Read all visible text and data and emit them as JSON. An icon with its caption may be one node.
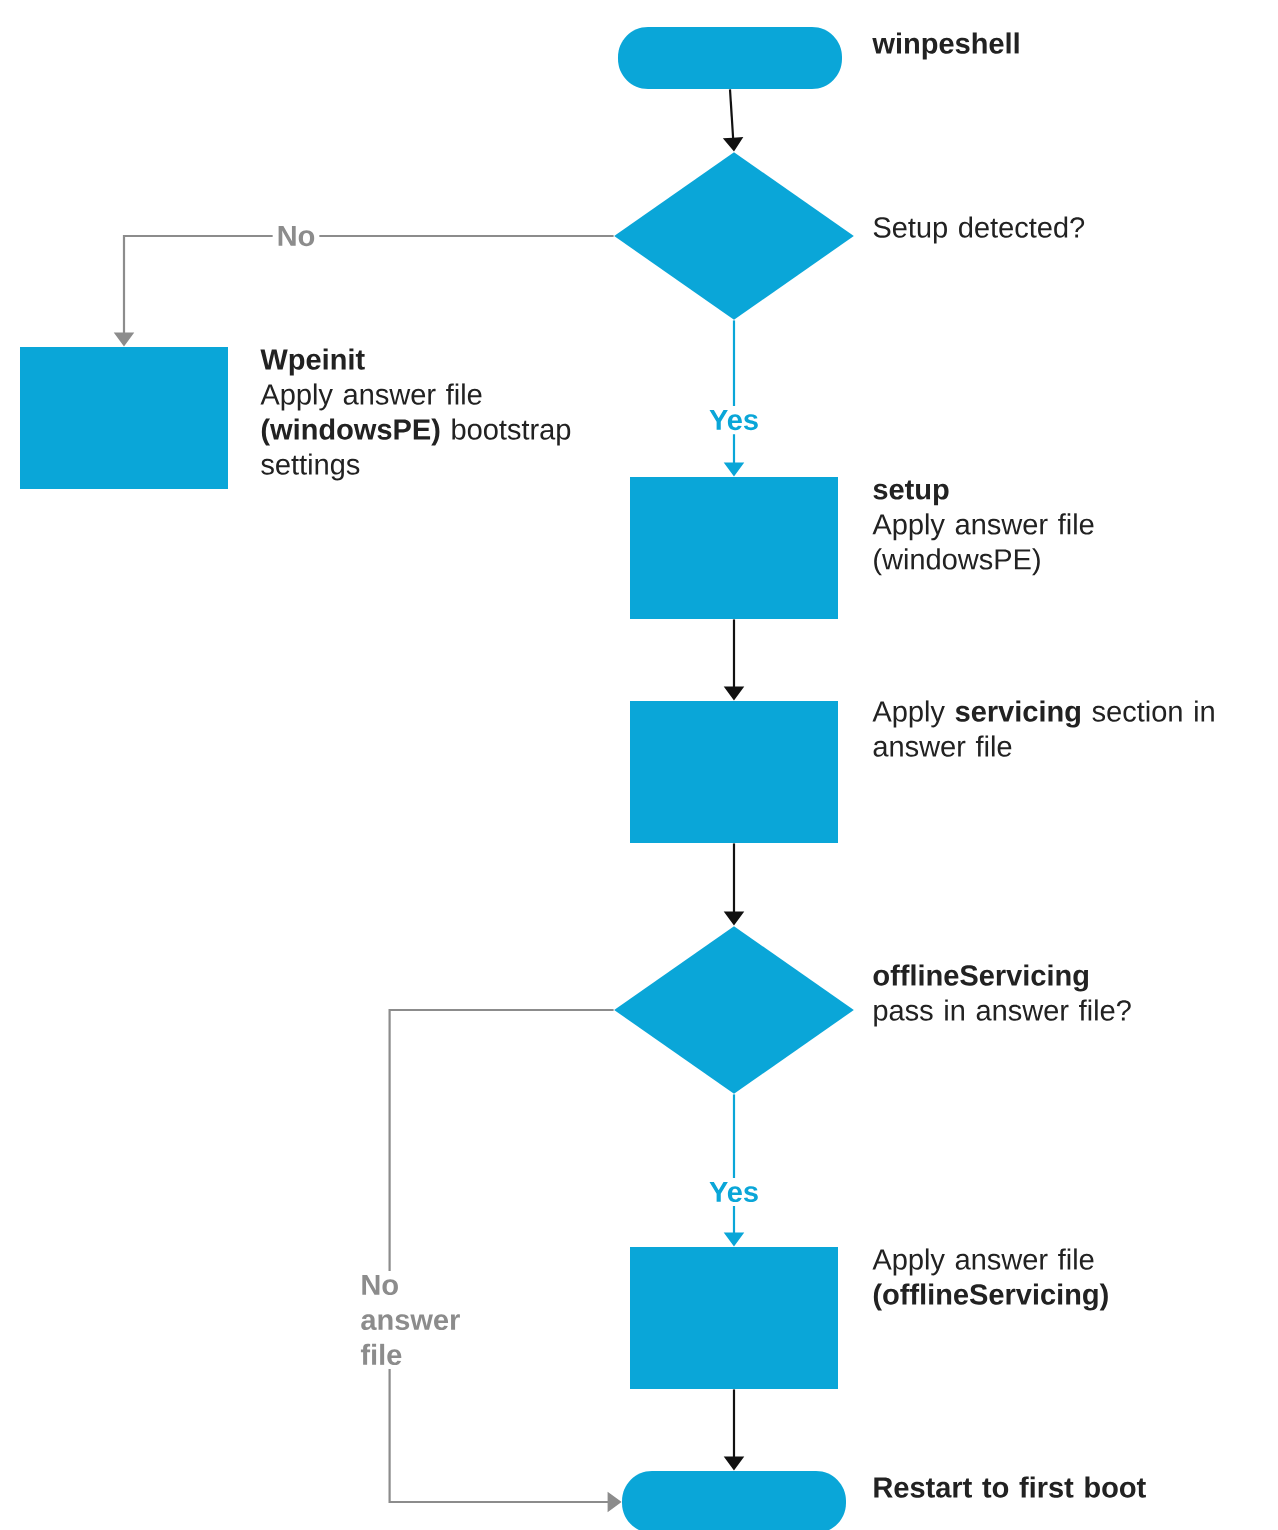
{
  "diagram": {
    "nodes": [
      {
        "text": [
          "winpeshell"
        ]
      },
      {
        "text": [
          "Setup detected?"
        ]
      },
      {
        "text": [
          "Wpeinit",
          "Apply answer file **(windowsPE)** bootstrap settings"
        ]
      },
      {
        "text": [
          "setup",
          "Apply answer file (windowsPE)"
        ]
      },
      {
        "text": [
          "Apply **servicing** section in answer file"
        ]
      },
      {
        "text": [
          "offlineServicing",
          "pass in answer file?"
        ]
      },
      {
        "text": [
          "Apply answer file **(offlineServicing)**"
        ]
      },
      {
        "text": [
          "Restart to first boot"
        ]
      }
    ],
    "edges": [
      {
        "from": 0,
        "to": 1,
        "arrow": "to"
      },
      {
        "from": 1,
        "to": 2,
        "arrow": "to",
        "label": "No",
        "color": "#8c8c8c"
      },
      {
        "from": 1,
        "to": 3,
        "arrow": "to",
        "label": "Yes",
        "color": "#0aa6d8"
      },
      {
        "from": 3,
        "to": 4,
        "arrow": "to"
      },
      {
        "from": 4,
        "to": 5,
        "arrow": "to"
      },
      {
        "from": 5,
        "to": 6,
        "arrow": "to",
        "label": "Yes",
        "color": "#0aa6d8"
      },
      {
        "from": 5,
        "to": 7,
        "arrow": "to",
        "label": "No answer file",
        "color": "#8c8c8c"
      },
      {
        "from": 6,
        "to": 7,
        "arrow": "to"
      }
    ]
  }
}
